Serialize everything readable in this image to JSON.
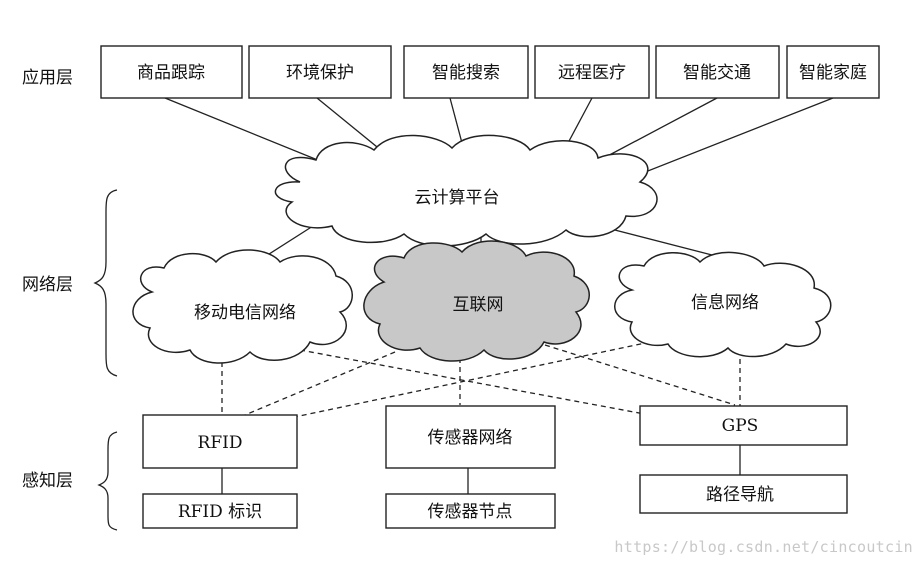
{
  "layers": {
    "application": "应用层",
    "network": "网络层",
    "perception": "感知层"
  },
  "applications": [
    "商品跟踪",
    "环境保护",
    "智能搜索",
    "远程医疗",
    "智能交通",
    "智能家庭"
  ],
  "cloud_platform": "云计算平台",
  "networks": {
    "mobile": "移动电信网络",
    "internet": "互联网",
    "info": "信息网络"
  },
  "perception": {
    "rfid": "RFID",
    "rfid_tag": "RFID 标识",
    "sensor_network": "传感器网络",
    "sensor_node": "传感器节点",
    "gps": "GPS",
    "navigation": "路径导航"
  },
  "colors": {
    "internet_fill": "#c8c8c8",
    "cloud_fill": "#ffffff"
  },
  "watermark": "https://blog.csdn.net/cincoutcin"
}
